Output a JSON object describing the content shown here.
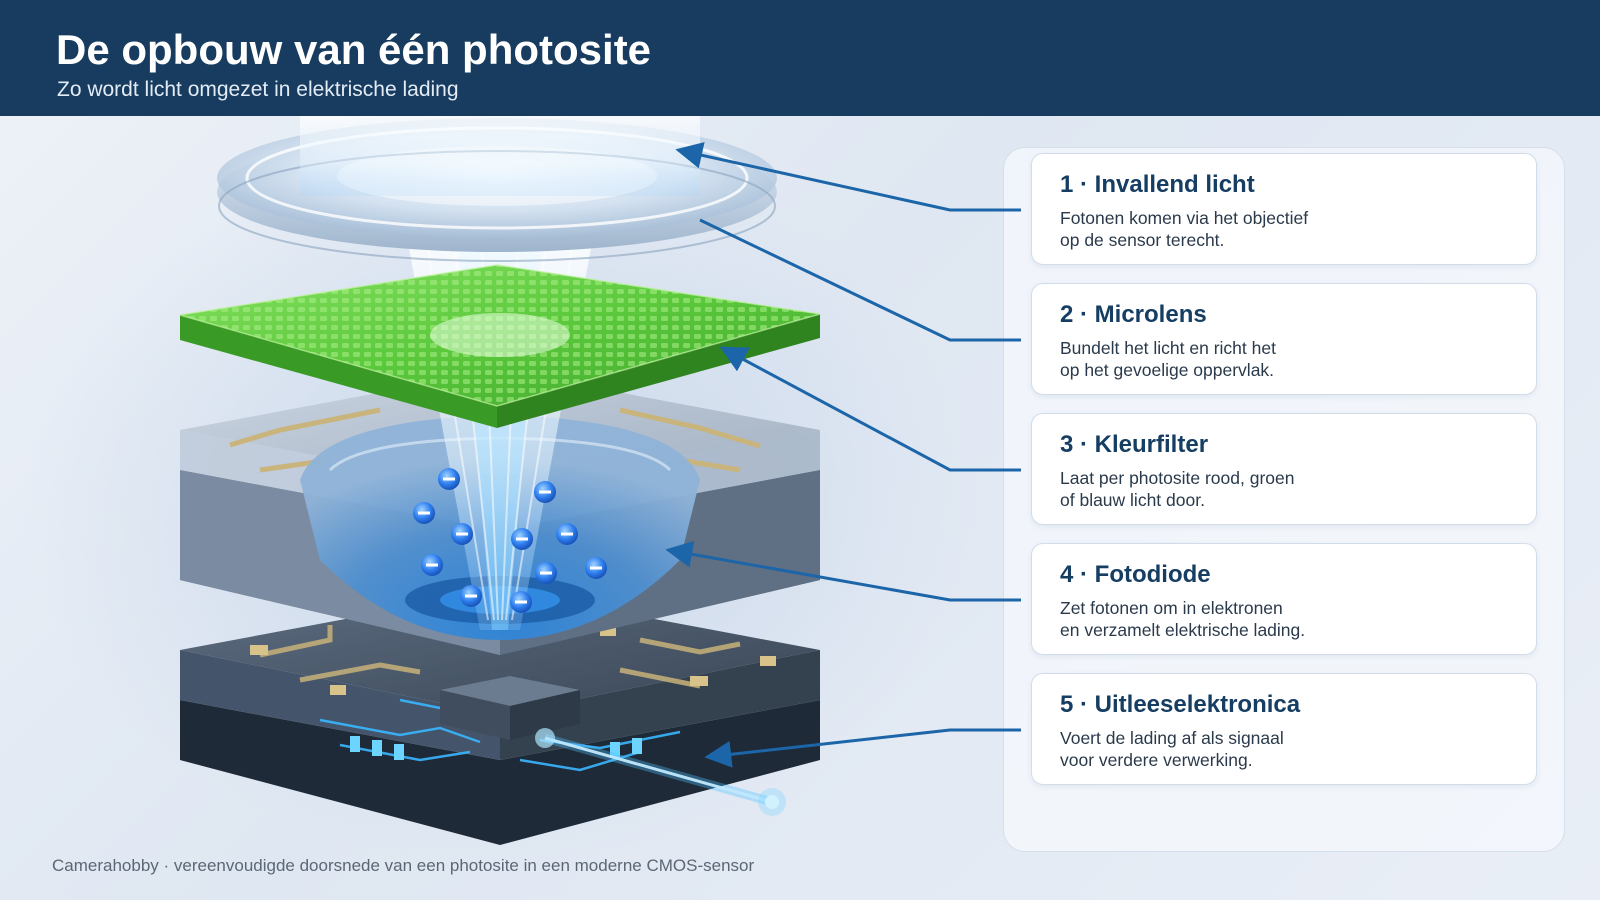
{
  "header": {
    "title": "De opbouw van één photosite",
    "subtitle": "Zo wordt licht omgezet in elektrische lading"
  },
  "steps": [
    {
      "title": "1 · Invallend licht",
      "lines": [
        "Fotonen komen via het objectief",
        "op de sensor terecht."
      ]
    },
    {
      "title": "2 · Microlens",
      "lines": [
        "Bundelt het licht en richt het",
        "op het gevoelige oppervlak."
      ]
    },
    {
      "title": "3 · Kleurfilter",
      "lines": [
        "Laat per photosite rood, groen",
        "of blauw licht door."
      ]
    },
    {
      "title": "4 · Fotodiode",
      "lines": [
        "Zet fotonen om in elektronen",
        "en verzamelt elektrische lading."
      ]
    },
    {
      "title": "5 · Uitleeselektronica",
      "lines": [
        "Voert de lading af als signaal",
        "voor verdere verwerking."
      ]
    }
  ],
  "caption": "Camerahobby · vereenvoudigde doorsnede van een photosite in een moderne CMOS-sensor",
  "colors": {
    "header_bg": "#173c60",
    "accent": "#1b65a8",
    "filter_green": "#55c23c",
    "electron_blue": "#2f7ff0"
  },
  "icons": {
    "electron": "electron-minus-icon"
  }
}
